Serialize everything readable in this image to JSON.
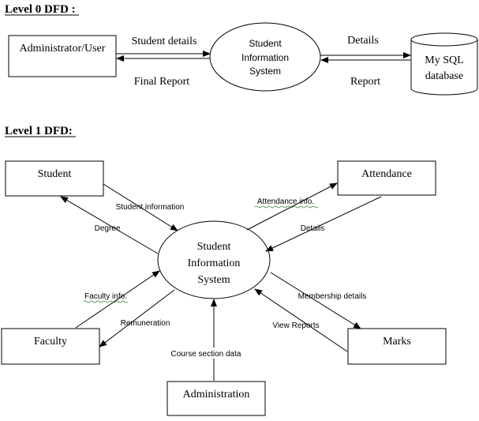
{
  "level0": {
    "heading": "Level 0 DFD :",
    "entities": {
      "admin": "Administrator/User"
    },
    "process": [
      "Student",
      "Information",
      "System"
    ],
    "datastore": [
      "My SQL",
      "database"
    ],
    "flows": {
      "student_details": "Student details",
      "final_report": "Final Report",
      "details": "Details",
      "report": "Report"
    }
  },
  "level1": {
    "heading": "Level 1 DFD:",
    "entities": {
      "student": "Student",
      "attendance": "Attendance",
      "faculty": "Faculty",
      "marks": "Marks",
      "administration": "Administration"
    },
    "process": [
      "Student",
      "Information",
      "System"
    ],
    "flows": {
      "student_information": "Student information",
      "degree": "Degree",
      "attendance_info": "Attendance info.",
      "details": "Details",
      "faculty_info": "Faculty info.",
      "remuneration": "Remuneration",
      "membership_details": "Membership details",
      "view_reports": "View Reports",
      "course_section_data": "Course section data"
    }
  }
}
